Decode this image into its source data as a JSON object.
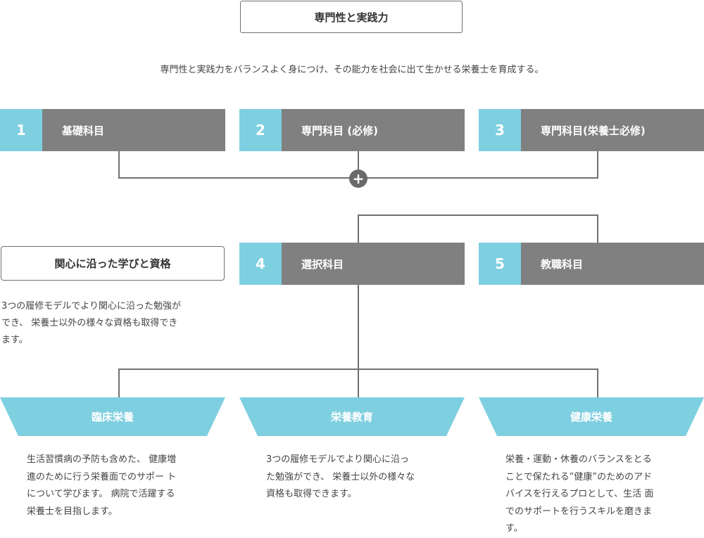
{
  "title": "専門性と実践力",
  "intro": "専門性と実践力をバランスよく身につけ、その能力を社会に出て生かせる栄養士を育成する。",
  "subjects": [
    {
      "num": "1",
      "name": "基礎科目"
    },
    {
      "num": "2",
      "name": "専門科目 (必修)"
    },
    {
      "num": "3",
      "name": "専門科目(栄養士必修)"
    },
    {
      "num": "4",
      "name": "選択科目"
    },
    {
      "num": "5",
      "name": "教職科目"
    }
  ],
  "plus_symbol": "+",
  "interest": {
    "title": "関心に沿った学びと資格",
    "desc_lines": [
      "3つの履修モデルでより関心に沿った勉強が",
      "でき、 栄養士以外の様々な資格も取得でき",
      "ます。"
    ]
  },
  "courses": [
    {
      "name": "臨床栄養",
      "desc_lines": [
        "生活習慣病の予防も含めた、 健康増",
        "進のために行う栄養面でのサポー ト",
        "について学びます。 病院で活躍する",
        "栄養士を目指します。"
      ]
    },
    {
      "name": "栄養教育",
      "desc_lines": [
        "3つの履修モデルでより関心に沿っ",
        "た勉強ができ、 栄養士以外の様々な",
        "資格も取得できます。"
      ]
    },
    {
      "name": "健康栄養",
      "desc_lines": [
        "栄養・運動・休養のバランスをとる",
        "ことで保たれる”健康”のためのアド",
        "バイスを行えるプロとして、生活 面",
        "でのサポートを行うスキルを磨きま",
        "す。"
      ]
    }
  ],
  "colors": {
    "accent": "#7ecfe0",
    "box_gray": "#808080",
    "line": "#707070"
  }
}
